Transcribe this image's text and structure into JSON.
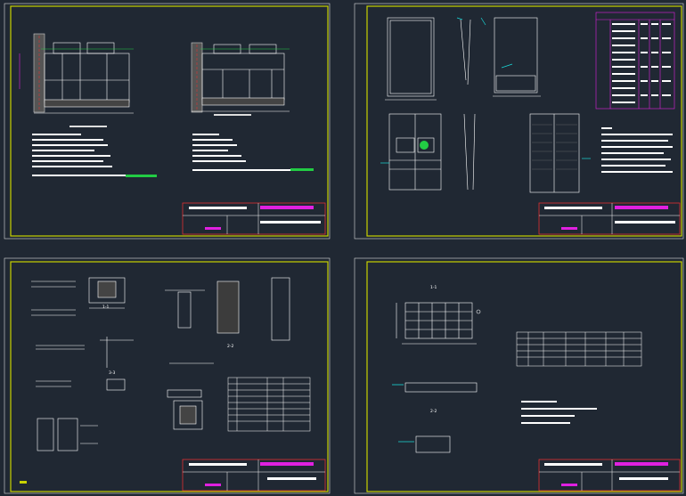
{
  "colors": {
    "background": "#202833",
    "sheet_border": "#c8d200",
    "frame": "#ffffff",
    "accent_magenta": "#e020e0",
    "accent_green": "#22cc44",
    "accent_cyan": "#1ad9d9",
    "accent_red": "#e03030"
  },
  "sheets": [
    {
      "title": "",
      "company": ""
    },
    {
      "title": "",
      "company": ""
    },
    {
      "title": "",
      "company": ""
    },
    {
      "title": "",
      "company": ""
    }
  ],
  "sheet3": {
    "section_labels": [
      "1-1",
      "2-2",
      "3-3"
    ]
  },
  "sheet4": {
    "section_labels": [
      "1-1",
      "2-2"
    ]
  }
}
